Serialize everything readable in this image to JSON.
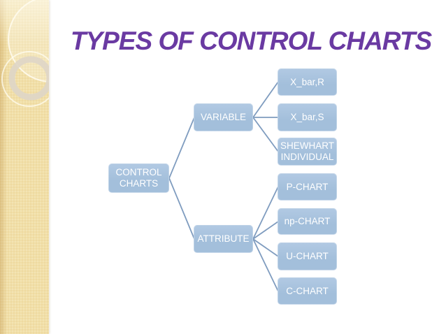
{
  "slide": {
    "title": "TYPES OF CONTROL CHARTS"
  },
  "colors": {
    "title_text": "#6a3aa2",
    "node_fill": "#a3bfdb",
    "node_fill_light": "#b1c9e3",
    "node_text": "#ffffff",
    "connector": "#7f9cbf",
    "sidebar": "#f1dfa8"
  },
  "diagram": {
    "type": "tree",
    "root": {
      "label": "CONTROL CHARTS"
    },
    "branches": [
      {
        "label": "VARIABLE",
        "children": [
          {
            "label": "X_bar,R"
          },
          {
            "label": "X_bar,S"
          },
          {
            "label": "SHEWHART INDIVIDUAL"
          }
        ]
      },
      {
        "label": "ATTRIBUTE",
        "children": [
          {
            "label": "P-CHART"
          },
          {
            "label": "np-CHART"
          },
          {
            "label": "U-CHART"
          },
          {
            "label": "C-CHART"
          }
        ]
      }
    ]
  }
}
